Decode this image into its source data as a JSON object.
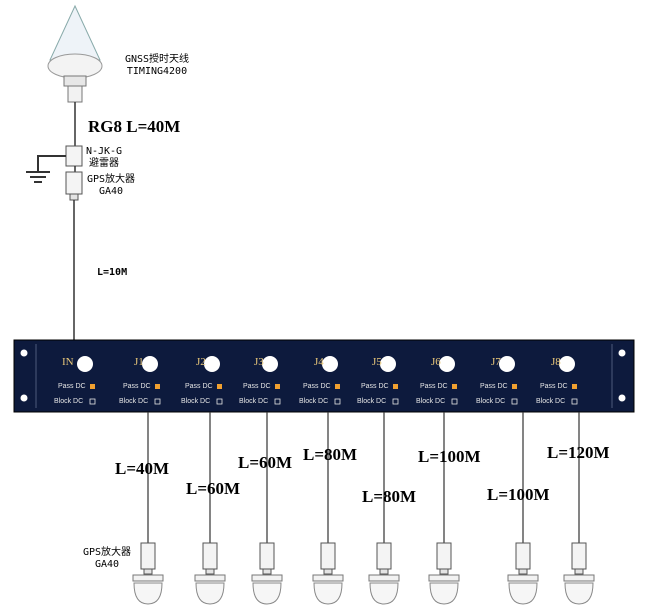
{
  "antenna": {
    "name": "GNSS授时天线",
    "model": "TIMING4200"
  },
  "main_cable": "RG8  L=40M",
  "arrester": {
    "model": "N-JK-G",
    "name": "避雷器"
  },
  "amplifier_top": {
    "name": "GPS放大器",
    "model": "GA40"
  },
  "input_cable": "L=10M",
  "panel": {
    "input_label": "IN",
    "pass_dc": "Pass DC",
    "block_dc": "Block DC",
    "ports": [
      "J1",
      "J2",
      "J3",
      "J4",
      "J5",
      "J6",
      "J7",
      "J8"
    ]
  },
  "output_cables": [
    "L=40M",
    "L=60M",
    "L=60M",
    "L=80M",
    "L=80M",
    "L=100M",
    "L=100M",
    "L=120M"
  ],
  "amplifier_bottom": {
    "name": "GPS放大器",
    "model": "GA40"
  },
  "colors": {
    "panel": "#0d1a3d",
    "port_label": "#e8c77a",
    "pass_marker": "#f0a030"
  }
}
